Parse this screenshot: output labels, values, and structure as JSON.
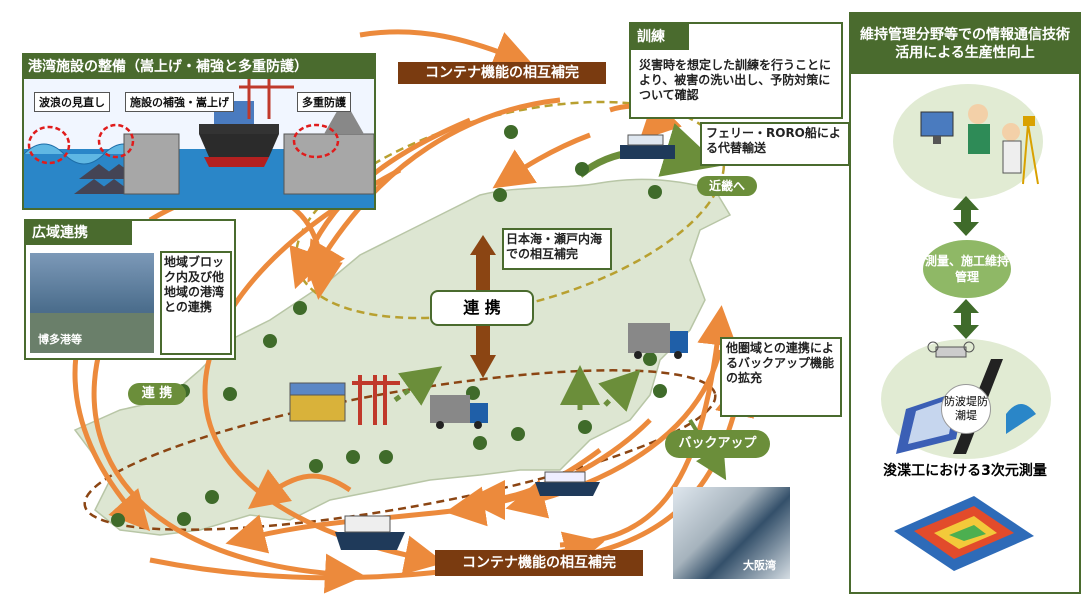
{
  "port_facility": {
    "title": "港湾施設の整備（嵩上げ・補強と多重防護）",
    "tag_waves": "波浪の見直し",
    "tag_reinforce": "施設の補強・嵩上げ",
    "tag_multi": "多重防護"
  },
  "regional": {
    "title": "広域連携",
    "photo_caption": "博多港等",
    "callout": "地域ブロック内及び他地域の港湾との連携",
    "link_label": "連 携"
  },
  "top_banner": "コンテナ機能の相互補完",
  "bottom_banner": "コンテナ機能の相互補完",
  "training": {
    "title": "訓練",
    "text": "災害時を想定した訓練を行うことにより、被害の洗い出し、予防対策について確認"
  },
  "ferry": {
    "text": "フェリー・RORO船による代替輸送",
    "kinki": "近畿へ"
  },
  "center": {
    "sea_label": "日本海・瀬戸内海での相互補完",
    "link_label": "連 携"
  },
  "backup": {
    "callout": "他圏域との連携によるバックアップ機能の拡充",
    "pill": "バックアップ",
    "osaka": "大阪湾"
  },
  "right_panel": {
    "title": "維持管理分野等での情報通信技術活用による生産性向上",
    "mid_circle": "測量、施工維持管理",
    "breakwater": "防波堤防潮堤",
    "caption": "浚渫工における3次元測量"
  },
  "colors": {
    "green": "#4a6b2e",
    "orange": "#ec8a3c",
    "brown": "#8b4513",
    "land": "#dde6d2"
  }
}
